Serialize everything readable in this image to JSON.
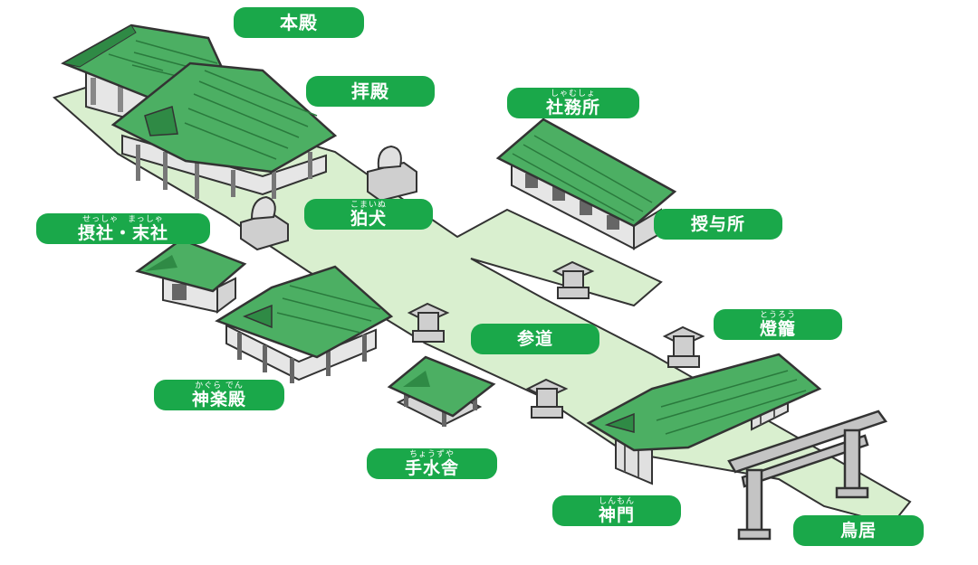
{
  "labels": {
    "honden": {
      "text": "本殿",
      "ruby": ""
    },
    "haiden": {
      "text": "拝殿",
      "ruby": ""
    },
    "shamusho": {
      "text": "社務所",
      "ruby": "しゃむしょ"
    },
    "juyosho": {
      "text": "授与所",
      "ruby": ""
    },
    "komainu": {
      "text": "狛犬",
      "ruby": "こまいぬ"
    },
    "sessha_massha": {
      "text": "摂社・末社",
      "ruby": "せっしゃ　まっしゃ"
    },
    "sando": {
      "text": "参道",
      "ruby": ""
    },
    "toro": {
      "text": "燈籠",
      "ruby": "とうろう"
    },
    "kaguraden": {
      "text": "神楽殿",
      "ruby": "かぐら でん"
    },
    "temizuya": {
      "text": "手水舎",
      "ruby": "ちょうずや"
    },
    "shinmon": {
      "text": "神門",
      "ruby": "しんもん"
    },
    "torii": {
      "text": "鳥居",
      "ruby": ""
    }
  },
  "colors": {
    "label_bg": "#1aa84a",
    "label_text": "#ffffff",
    "roof": "#4caf63",
    "roof_dark": "#2f8a45",
    "path": "#d9efcf",
    "wall": "#e8e8e8",
    "wall_dark": "#a9a9a9",
    "outline": "#333333",
    "stone": "#bdbdbd"
  },
  "icons": [
    "honden-building-icon",
    "haiden-building-icon",
    "shamusho-building-icon",
    "komainu-statue-icon",
    "sessha-shrine-icon",
    "kaguraden-building-icon",
    "stone-lantern-icon",
    "temizuya-pavilion-icon",
    "shinmon-gate-icon",
    "torii-gate-icon"
  ]
}
